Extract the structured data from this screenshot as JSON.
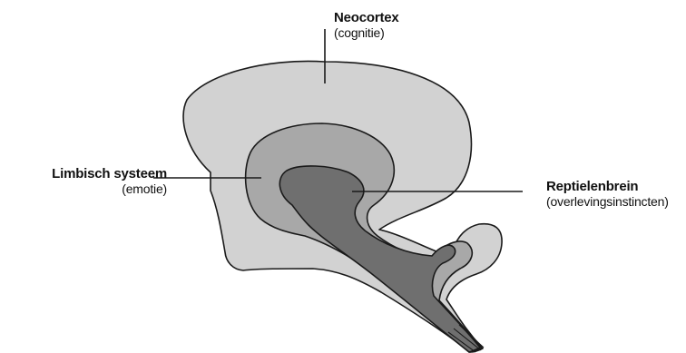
{
  "diagram": {
    "colors": {
      "neocortex": "#d2d2d2",
      "limbic": "#a8a8a8",
      "reptilian": "#6f6f6f",
      "outline": "#1a1a1a"
    },
    "labels": {
      "neocortex": {
        "title": "Neocortex",
        "subtitle": "(cognitie)"
      },
      "limbic": {
        "title": "Limbisch systeem",
        "subtitle": "(emotie)"
      },
      "reptilian": {
        "title": "Reptielenbrein",
        "subtitle": "(overlevingsinstincten)"
      }
    }
  }
}
